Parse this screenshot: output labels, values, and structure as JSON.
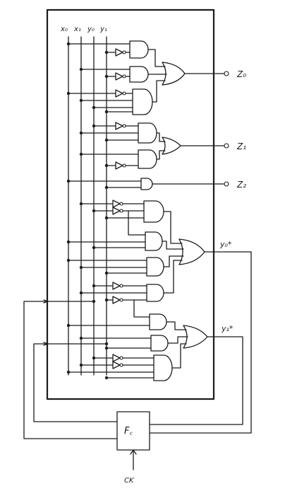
{
  "diagram": {
    "input_labels": [
      "x₀",
      "x₁",
      "y₀",
      "y₁"
    ],
    "outputs": {
      "z0": "Z₀",
      "z1": "Z₁",
      "z2": "Z₂",
      "y0_next": "y₀*",
      "y1_next": "y₁*"
    },
    "flip_flop_label": "F꜀",
    "clock_label": "CK"
  }
}
